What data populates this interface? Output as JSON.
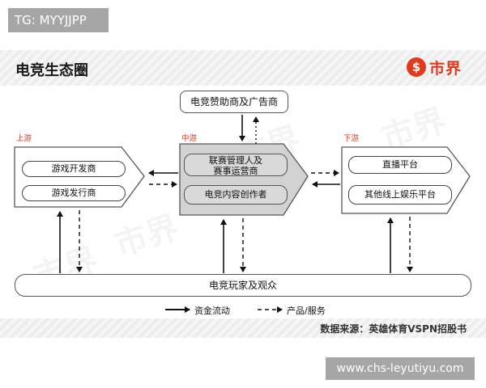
{
  "tg_badge": "TG: MYYJJPP",
  "title": "电竞生态圈",
  "logo": {
    "text": "市界",
    "mark": "$"
  },
  "watermark_text": "市界",
  "sponsors": "电竞赞助商及广告商",
  "stages": {
    "upstream": "上游",
    "midstream": "中游",
    "downstream": "下游"
  },
  "upstream_items": [
    "游戏开发商",
    "游戏发行商"
  ],
  "midstream_items": [
    "联赛管理人及\n赛事运营商",
    "电竞内容创作者"
  ],
  "downstream_items": [
    "直播平台",
    "其他线上娱乐平台"
  ],
  "players": "电竞玩家及观众",
  "legend": {
    "money": "资金流动",
    "product": "产品/服务"
  },
  "source": "数据来源：英雄体育VSPN招股书",
  "url_badge": "www.chs-leyutiyu.com"
}
